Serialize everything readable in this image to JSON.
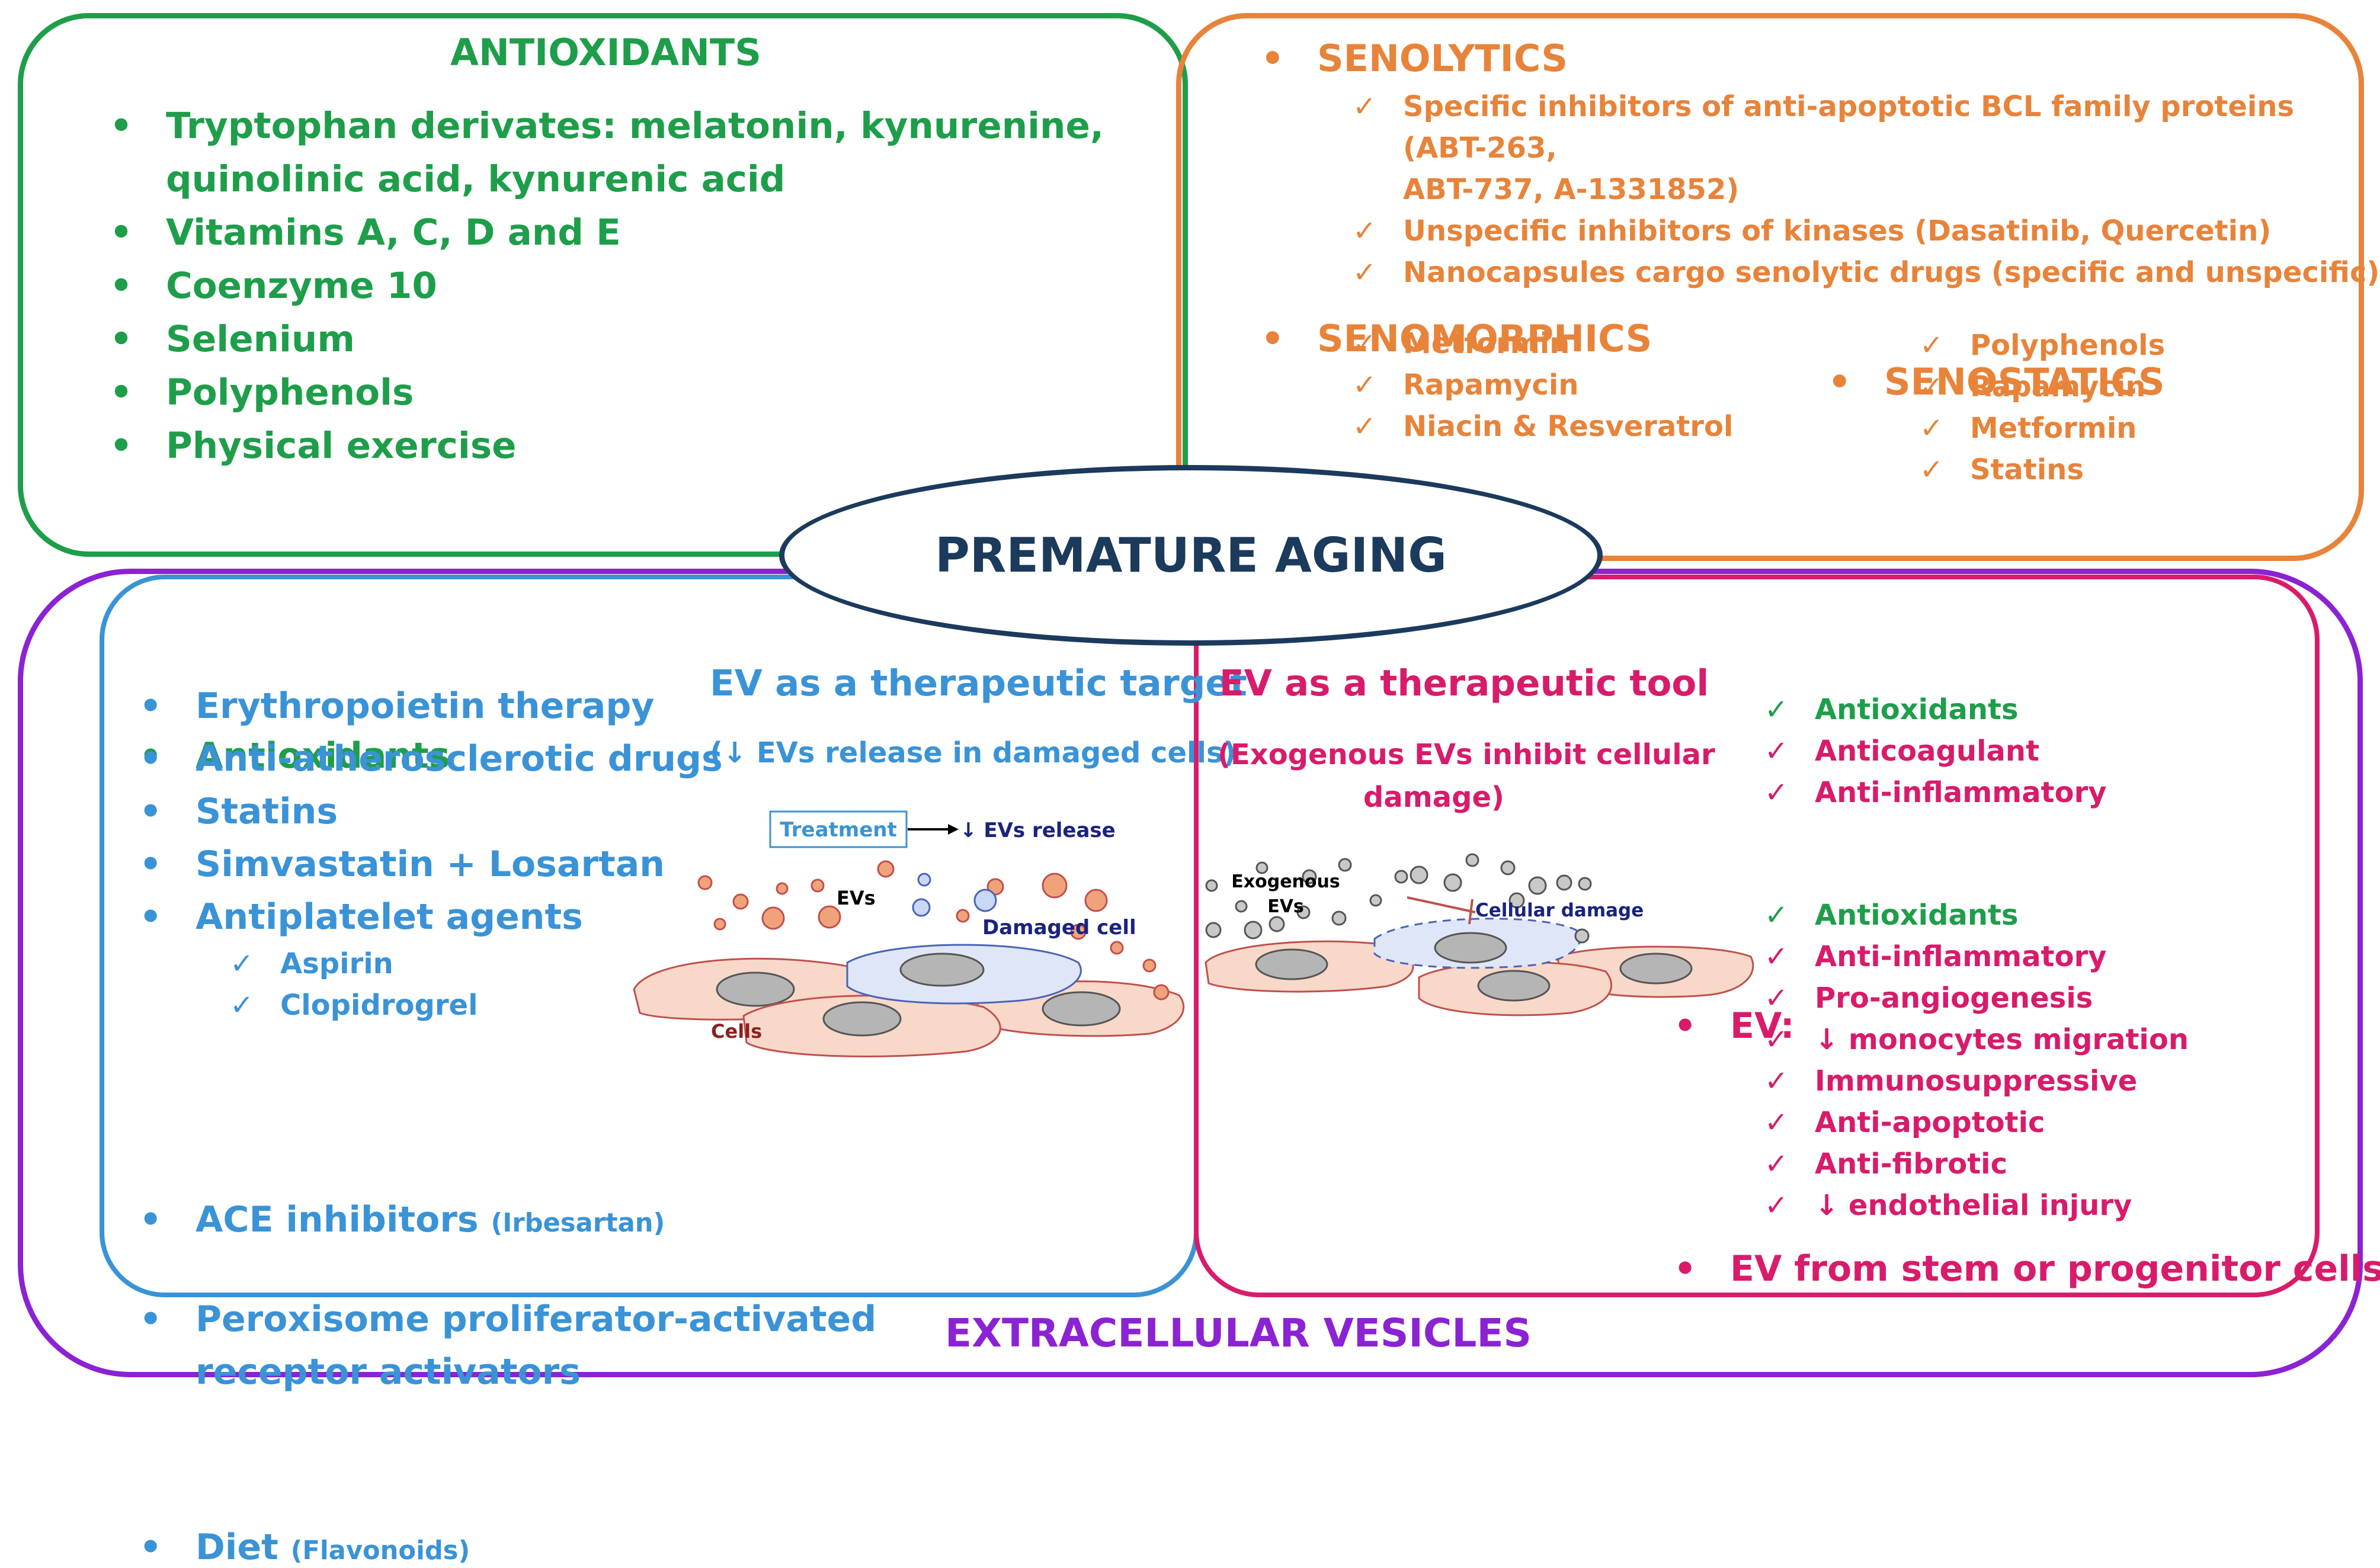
{
  "antioxidants": {
    "title": "ANTIOXIDANTS",
    "items": [
      "Tryptophan derivates: melatonin, kynurenine,",
      "quinolinic acid, kynurenic acid",
      "Vitamins A, C, D and E",
      "Coenzyme 10",
      "Selenium",
      "Polyphenols",
      "Physical exercise"
    ]
  },
  "senolytics": {
    "title": "SENOLYTICS",
    "items": [
      "Specific inhibitors of anti-apoptotic BCL family proteins (ABT-263,",
      "ABT-737, A-1331852)",
      "Unspecific inhibitors of kinases (Dasatinib, Quercetin)",
      "Nanocapsules cargo senolytic drugs (specific and unspecific)"
    ]
  },
  "senomorphics": {
    "title": "SENOMORPHICS",
    "items": [
      "Metformin",
      "Rapamycin",
      "Niacin & Resveratrol"
    ]
  },
  "senostatics": {
    "title": "SENOSTATICS",
    "items": [
      "Polyphenols",
      "Rapamycin",
      "Metformin",
      "Statins"
    ]
  },
  "center": {
    "title": "PREMATURE AGING"
  },
  "ev_target": {
    "antioxidants": "Antioxidants",
    "items": [
      "Erythropoietin therapy",
      "Anti-atherosclerotic drugs",
      "Statins",
      "Simvastatin + Losartan",
      "Antiplatelet agents"
    ],
    "antiplatelet_sub": [
      "Aspirin",
      "Clopidrogrel"
    ],
    "ace": "ACE inhibitors",
    "ace_note": "(Irbesartan)",
    "ppar_line1": "Peroxisome proliferator-activated",
    "ppar_line2": "receptor activators",
    "diet": "Diet",
    "diet_note": "(Flavonoids)",
    "heading": "EV as a therapeutic target",
    "subheading": "(↓ EVs release in damaged cells)",
    "fig_treatment": "Treatment",
    "fig_evs_release": "↓ EVs release",
    "fig_evs": "EVs",
    "fig_damaged_cell": "Damaged cell",
    "fig_cells": "Cells"
  },
  "ev_tool": {
    "heading": "EV as a therapeutic tool",
    "subheading_line1": "(Exogenous EVs inhibit cellular",
    "subheading_line2": "damage)",
    "fig_exogenous": "Exogenous",
    "fig_evs": "EVs",
    "fig_cellular_damage": "Cellular damage",
    "ev_title": "EV:",
    "ev_items": [
      "Antioxidants",
      "Anticoagulant",
      "Anti-inflammatory"
    ],
    "stem_title": "EV from stem or progenitor cells",
    "stem_items": [
      "Antioxidants",
      "Anti-inflammatory",
      "Pro-angiogenesis",
      "↓ monocytes migration",
      "Immunosuppressive",
      "Anti-apoptotic",
      "Anti-fibrotic",
      "↓ endothelial injury"
    ]
  },
  "extracellular": {
    "title": "EXTRACELLULAR VESICLES"
  },
  "colors": {
    "green": "#1e9e4a",
    "orange": "#e8833a",
    "blue": "#3a93d6",
    "pink": "#d81b6a",
    "purple": "#8b22d3",
    "navy": "#1b3a5c"
  }
}
